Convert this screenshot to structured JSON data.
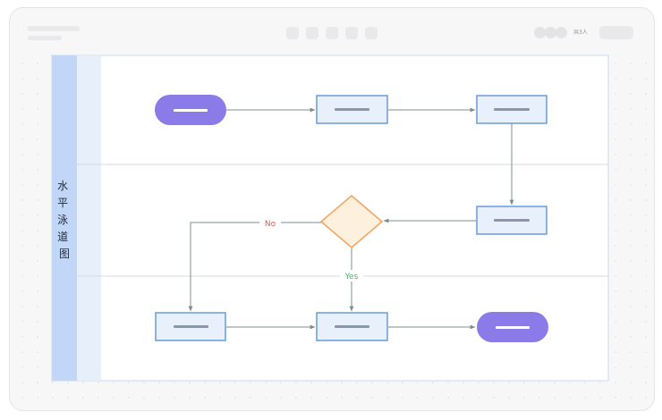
{
  "canvas": {
    "toolbar": {
      "collaborators_label": "共3人"
    }
  },
  "diagram": {
    "title": "水平泳道图",
    "lanes": 3,
    "edge_labels": {
      "no": "No",
      "yes": "Yes"
    },
    "colors": {
      "terminator": "#8b7be8",
      "process_fill": "#e8f0fb",
      "process_stroke": "#6a9ad9",
      "decision_fill": "#fdf0dc",
      "decision_stroke": "#f2a35e",
      "title_bar": "#c2d6f7",
      "lane_strip": "#e7effb",
      "connector": "#7f8c8d",
      "no_label": "#e05a4f",
      "yes_label": "#45b36a"
    }
  }
}
